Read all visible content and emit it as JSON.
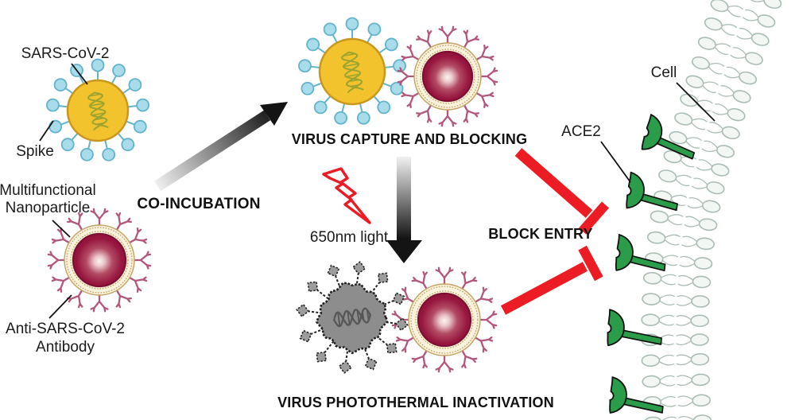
{
  "figure": {
    "left_panel": {
      "virus_label": "SARS-CoV-2",
      "spike_label": "Spike",
      "nanoparticle_label_line1": "Multifunctional",
      "nanoparticle_label_line2": "Nanoparticle",
      "antibody_label_line1": "Anti-SARS-CoV-2",
      "antibody_label_line2": "Antibody"
    },
    "process": {
      "co_incubation": "CO-INCUBATION",
      "capture": "VIRUS CAPTURE AND BLOCKING",
      "light": "650nm light",
      "inactivation": "VIRUS PHOTOTHERMAL INACTIVATION",
      "block_entry": "BLOCK ENTRY"
    },
    "cell_panel": {
      "cell_label": "Cell",
      "ace2_label": "ACE2"
    },
    "icons": {
      "light_source": "lightning-icon",
      "inhibition": "t-bar-inhibition-icon",
      "progression": "gradient-arrow-icon"
    },
    "colors": {
      "virus_fill": "#F3C32E",
      "virus_stroke": "#C9961F",
      "rna": "#9CA42E",
      "spike_fill": "#A9DCEA",
      "spike_stroke": "#62B3CB",
      "core_rim": "#7E0F33",
      "core_dark": "#8C0F38",
      "ring_fill": "#F9F2DC",
      "ring_stroke": "#C3A161",
      "antibody": "#B2567C",
      "gray_fill": "#8D8D8D",
      "gray_head": "#9C9C9C",
      "gray_stroke": "#1F1F1F",
      "rna_gray": "#565656",
      "ace2": "#2B9C49",
      "membrane_stroke": "#ABBDB3",
      "membrane_fill": "#F3F7F4",
      "red": "#EC1C24",
      "arrow_dark": "#141414",
      "arrow_light": "#EFEFEF",
      "text": "#1A1A1A"
    }
  }
}
